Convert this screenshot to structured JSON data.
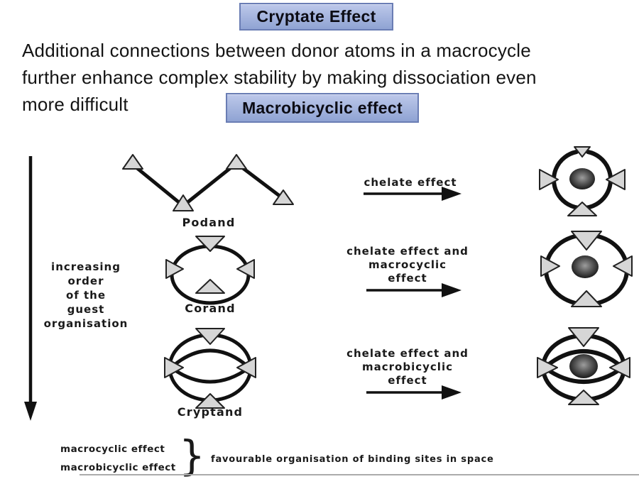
{
  "header": {
    "title": "Cryptate Effect",
    "paragraph_lines": [
      "Additional connections between donor atoms in a macrocycle",
      "further enhance complex stability by making dissociation even",
      "more difficult"
    ],
    "subtitle": "Macrobicyclic effect"
  },
  "diagram": {
    "axis_label_lines": [
      "increasing",
      "order",
      "of the",
      "guest",
      "organisation"
    ],
    "structures": [
      {
        "name": "Podand"
      },
      {
        "name": "Corand"
      },
      {
        "name": "Cryptand"
      }
    ],
    "arrows": [
      {
        "label_lines": [
          "chelate effect"
        ]
      },
      {
        "label_lines": [
          "chelate effect and",
          "macrocyclic",
          "effect"
        ]
      },
      {
        "label_lines": [
          "chelate effect and",
          "macrobicyclic",
          "effect"
        ]
      }
    ],
    "legend": {
      "items": [
        "macrocyclic effect",
        "macrobicyclic effect"
      ],
      "brace": "}",
      "caption": "favourable organisation of binding sites in space"
    }
  },
  "colors": {
    "box_gradient_top": "#bdc8ea",
    "box_gradient_bottom": "#8fa3d3",
    "box_border": "#6a7db4",
    "triangle_fill": "#d6d6d6",
    "stroke": "#111111",
    "guest_sphere_inner": "#9d9d9d",
    "guest_sphere_outer": "#0b0b0b"
  }
}
